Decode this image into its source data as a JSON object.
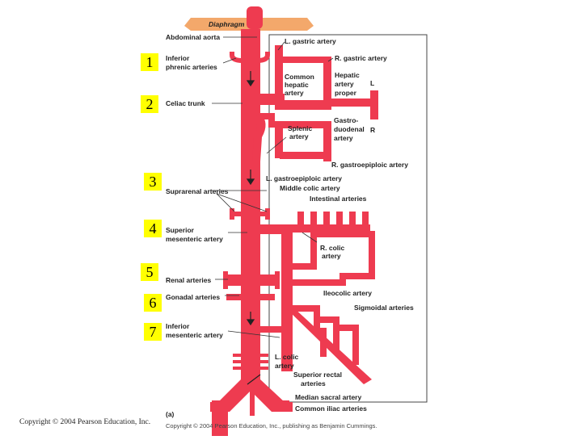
{
  "colors": {
    "vessel": "#ee3b50",
    "vessel_dark": "#b8202f",
    "diaphragm": "#f3a86b",
    "highlight": "#ffff00"
  },
  "diaphragm": "Diaphragm",
  "numbers": [
    "1",
    "2",
    "3",
    "4",
    "5",
    "6",
    "7"
  ],
  "labels": {
    "abdominal_aorta": "Abdominal aorta",
    "inferior_phrenic_1": "Inferior",
    "inferior_phrenic_2": "phrenic arteries",
    "celiac_trunk": "Celiac trunk",
    "suprarenal": "Suprarenal arteries",
    "sup_mesenteric_1": "Superior",
    "sup_mesenteric_2": "mesenteric artery",
    "renal": "Renal arteries",
    "gonadal": "Gonadal arteries",
    "inf_mesenteric_1": "Inferior",
    "inf_mesenteric_2": "mesenteric artery",
    "l_gastric": "L. gastric artery",
    "r_gastric": "R. gastric artery",
    "common_hepatic_1": "Common",
    "common_hepatic_2": "hepatic",
    "common_hepatic_3": "artery",
    "hepatic_proper_1": "Hepatic",
    "hepatic_proper_2": "artery",
    "hepatic_proper_3": "proper",
    "l_letter": "L",
    "r_letter": "R",
    "splenic_1": "Splenic",
    "splenic_2": "artery",
    "gastroduodenal_1": "Gastro-",
    "gastroduodenal_2": "duodenal",
    "gastroduodenal_3": "artery",
    "r_gastroepiploic": "R. gastroepiploic artery",
    "l_gastroepiploic": "L. gastroepiploic artery",
    "middle_colic": "Middle colic artery",
    "intestinal": "Intestinal arteries",
    "r_colic_1": "R. colic",
    "r_colic_2": "artery",
    "ileocolic": "Ileocolic artery",
    "sigmoidal": "Sigmoidal arteries",
    "l_colic_1": "L. colic",
    "l_colic_2": "artery",
    "sup_rectal_1": "Superior rectal",
    "sup_rectal_2": "arteries",
    "median_sacral": "Median sacral artery",
    "common_iliac": "Common iliac arteries",
    "panel": "(a)"
  },
  "copyright_left": "Copyright © 2004 Pearson Education, Inc.",
  "copyright_right": "Copyright © 2004 Pearson Education, Inc., publishing as Benjamin Cummings."
}
